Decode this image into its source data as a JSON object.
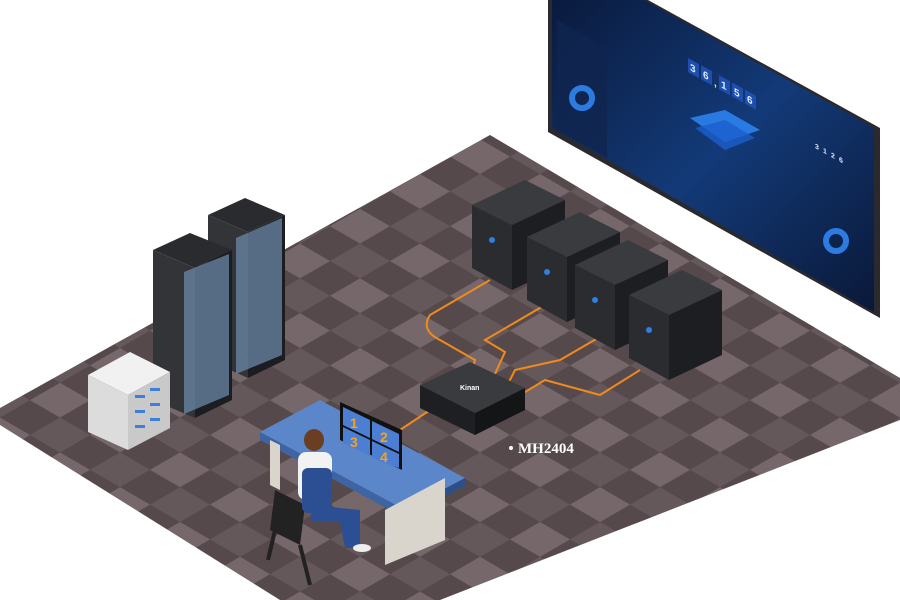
{
  "device_label": "MH2404",
  "kvm_brand": "Kinan",
  "monitor_quadrants": [
    "1",
    "2",
    "3",
    "4"
  ],
  "video_wall": {
    "counter_digits": [
      "3",
      "6",
      ",",
      "1",
      "5",
      "6"
    ],
    "side_counter_digits": [
      "3",
      "1",
      "2",
      "6"
    ]
  },
  "colors": {
    "cable": "#f08a1c",
    "floor_dark": "#4b3f42",
    "floor_light": "#6b5d60",
    "wall_screen": "#0b1a3c",
    "desk": "#5b86c9"
  }
}
